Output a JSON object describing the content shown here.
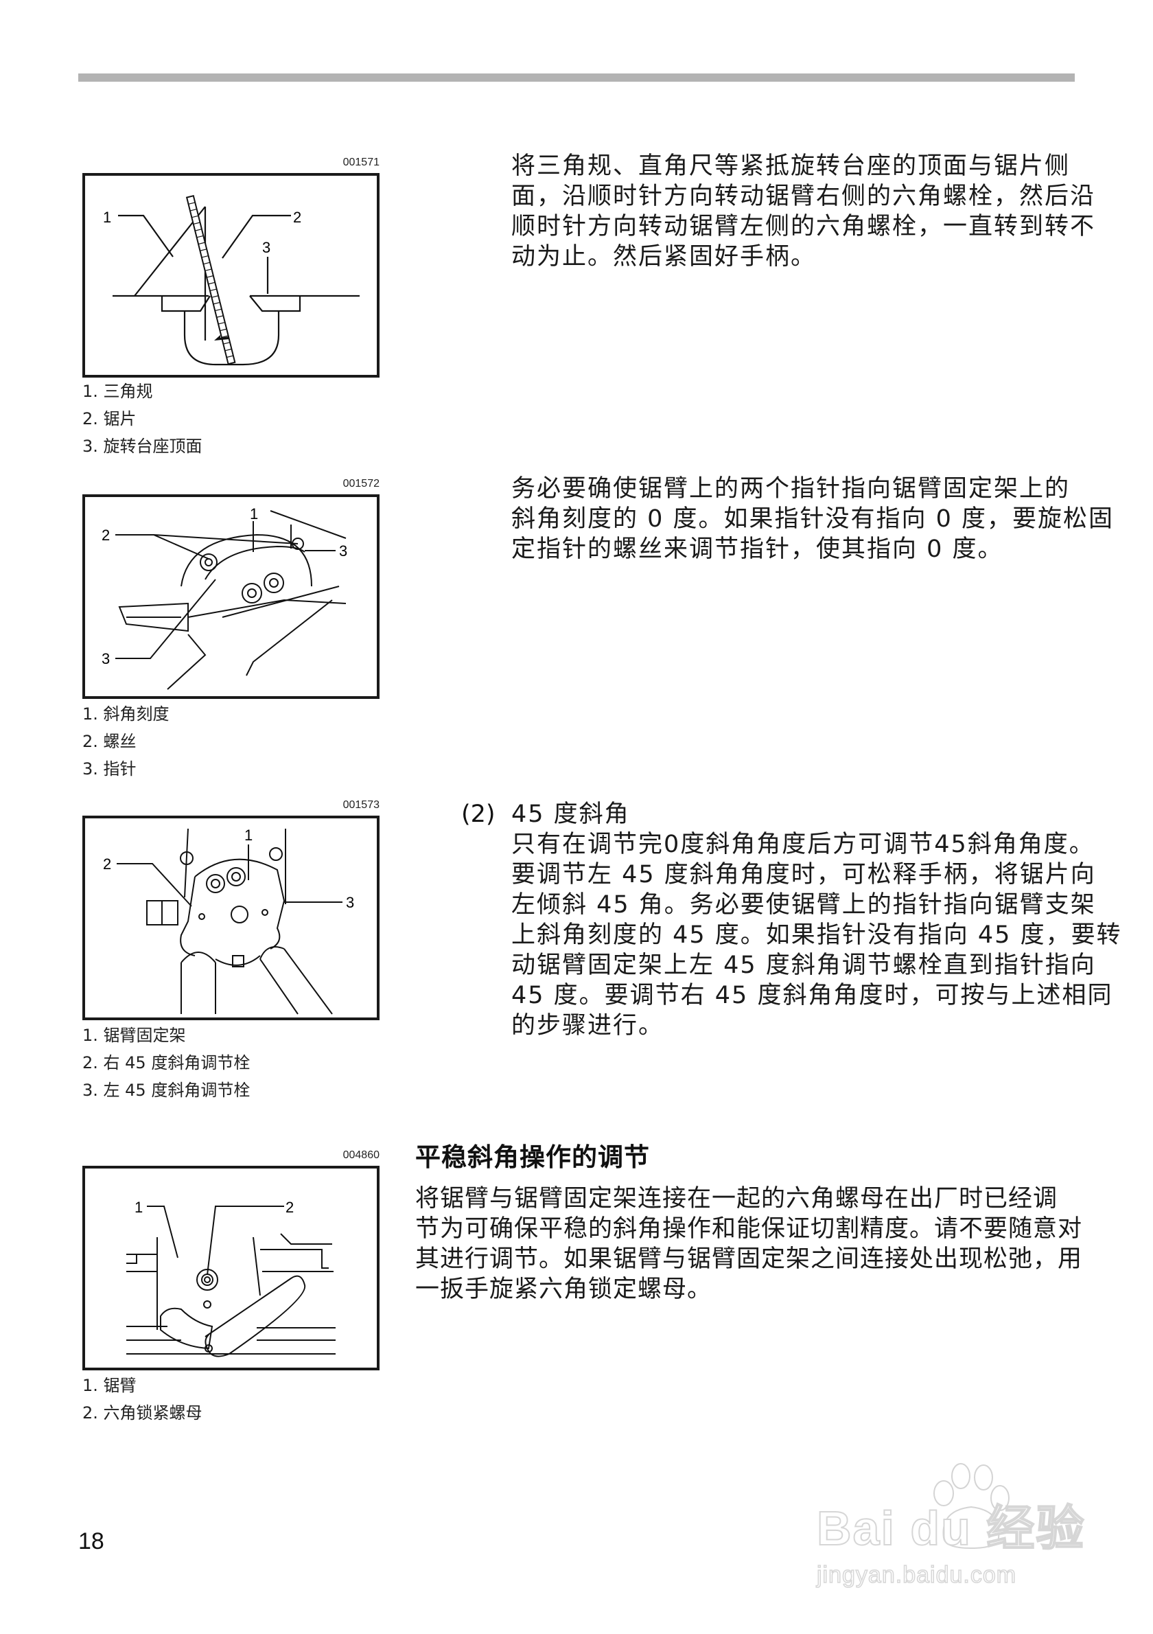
{
  "page": {
    "page_number": "18",
    "rule_color": "#b3b3b3"
  },
  "figures": [
    {
      "code": "001571",
      "callouts": [
        "1",
        "2",
        "3"
      ],
      "captions": [
        "1. 三角规",
        "2. 锯片",
        "3. 旋转台座顶面"
      ]
    },
    {
      "code": "001572",
      "callouts": [
        "1",
        "2",
        "3",
        "3"
      ],
      "captions": [
        "1. 斜角刻度",
        "2. 螺丝",
        "3. 指针"
      ]
    },
    {
      "code": "001573",
      "callouts": [
        "1",
        "2",
        "3"
      ],
      "captions": [
        "1. 锯臂固定架",
        "2. 右 45 度斜角调节栓",
        "3. 左 45 度斜角调节栓"
      ]
    },
    {
      "code": "004860",
      "callouts": [
        "1",
        "2"
      ],
      "captions": [
        "1. 锯臂",
        "2. 六角锁紧螺母"
      ]
    }
  ],
  "sections": {
    "para1": "将三角规、直角尺等紧抵旋转台座的顶面与锯片侧面，沿顺时针方向转动锯臂右侧的六角螺栓，然后沿顺时针方向转动锯臂左侧的六角螺栓，一直转到转不动为止。然后紧固好手柄。",
    "para1_lines": [
      "将三角规、直角尺等紧抵旋转台座的顶面与锯片侧",
      "面，沿顺时针方向转动锯臂右侧的六角螺栓，然后沿",
      "顺时针方向转动锯臂左侧的六角螺栓，一直转到转不",
      "动为止。然后紧固好手柄。"
    ],
    "para2_lines": [
      "务必要确使锯臂上的两个指针指向锯臂固定架上的",
      "斜角刻度的 0 度。如果指针没有指向 0 度，要旋松固",
      "定指针的螺丝来调节指针，使其指向 0 度。"
    ],
    "item2": {
      "number": "(2)",
      "title": "45 度斜角",
      "lines": [
        "只有在调节完0度斜角角度后方可调节45斜角角度。",
        "要调节左 45 度斜角角度时，可松释手柄，将锯片向",
        "左倾斜 45 角。务必要使锯臂上的指针指向锯臂支架",
        "上斜角刻度的 45 度。如果指针没有指向 45 度，要转",
        "动锯臂固定架上左 45 度斜角调节螺栓直到指针指向",
        "45 度。要调节右 45 度斜角角度时，可按与上述相同",
        "的步骤进行。"
      ]
    },
    "smooth_bevel": {
      "heading": "平稳斜角操作的调节",
      "lines": [
        "将锯臂与锯臂固定架连接在一起的六角螺母在出厂时已经调",
        "节为可确保平稳的斜角操作和能保证切割精度。请不要随意对",
        "其进行调节。如果锯臂与锯臂固定架之间连接处出现松弛，用",
        "一扳手旋紧六角锁定螺母。"
      ]
    }
  },
  "watermark": {
    "logo_text": "Bai du 经验",
    "logo_left": "Bai",
    "logo_paw": "du",
    "logo_right": "经验",
    "url": "jingyan.baidu.com"
  }
}
